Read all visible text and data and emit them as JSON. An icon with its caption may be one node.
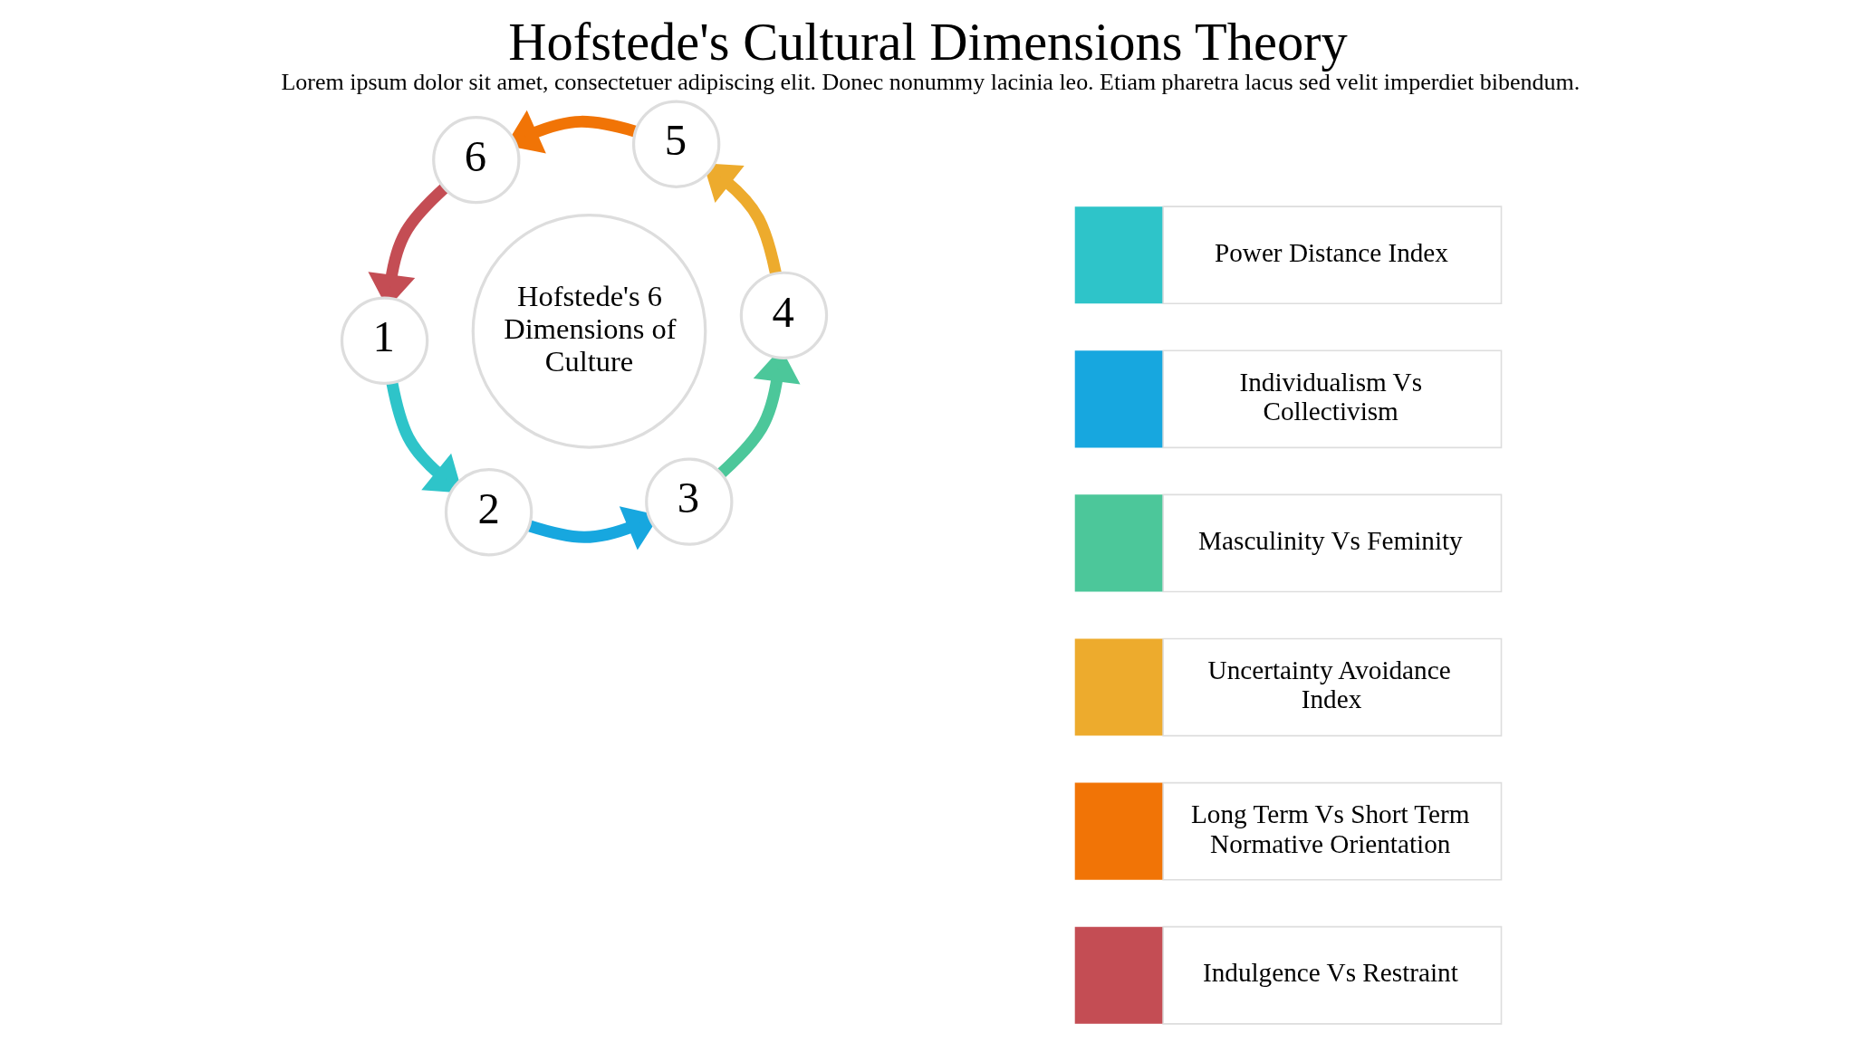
{
  "diagram": {
    "title": "Hofstede's Cultural Dimensions Theory",
    "caption": "Lorem ipsum dolor sit amet, consectetuer adipiscing elit. Donec nonummy lacinia leo. Etiam pharetra lacus sed velit imperdiet bibendum.",
    "nodes": [
      {
        "text": [
          "1"
        ]
      },
      {
        "text": [
          "2"
        ]
      },
      {
        "text": [
          "3"
        ]
      },
      {
        "text": [
          "4"
        ]
      },
      {
        "text": [
          "5"
        ]
      },
      {
        "text": [
          "6"
        ]
      },
      {
        "text": [
          "Hofstede's 6 Dimensions of Culture"
        ]
      }
    ],
    "edges": [
      {
        "from": 0,
        "to": 1,
        "arrow": "to",
        "color": "#2ec4c9"
      },
      {
        "from": 1,
        "to": 2,
        "arrow": "to",
        "color": "#17a7df"
      },
      {
        "from": 2,
        "to": 3,
        "arrow": "to",
        "color": "#4cc79a"
      },
      {
        "from": 3,
        "to": 4,
        "arrow": "to",
        "color": "#edab2d"
      },
      {
        "from": 4,
        "to": 5,
        "arrow": "to",
        "color": "#f17406"
      },
      {
        "from": 5,
        "to": 0,
        "arrow": "to",
        "color": "#c44d54"
      }
    ],
    "legend": [
      {
        "text": "Power Distance Index",
        "color": "#2ec4c9"
      },
      {
        "text": "Individualism Vs Collectivism",
        "color": "#17a7df"
      },
      {
        "text": "Masculinity Vs Feminity",
        "color": "#4cc79a"
      },
      {
        "text": "Uncertainty Avoidance Index",
        "color": "#edab2d"
      },
      {
        "text": "Long Term Vs Short Term Normative Orientation",
        "color": "#f17406"
      },
      {
        "text": "Indulgence Vs Restraint",
        "color": "#c44d54"
      }
    ]
  }
}
